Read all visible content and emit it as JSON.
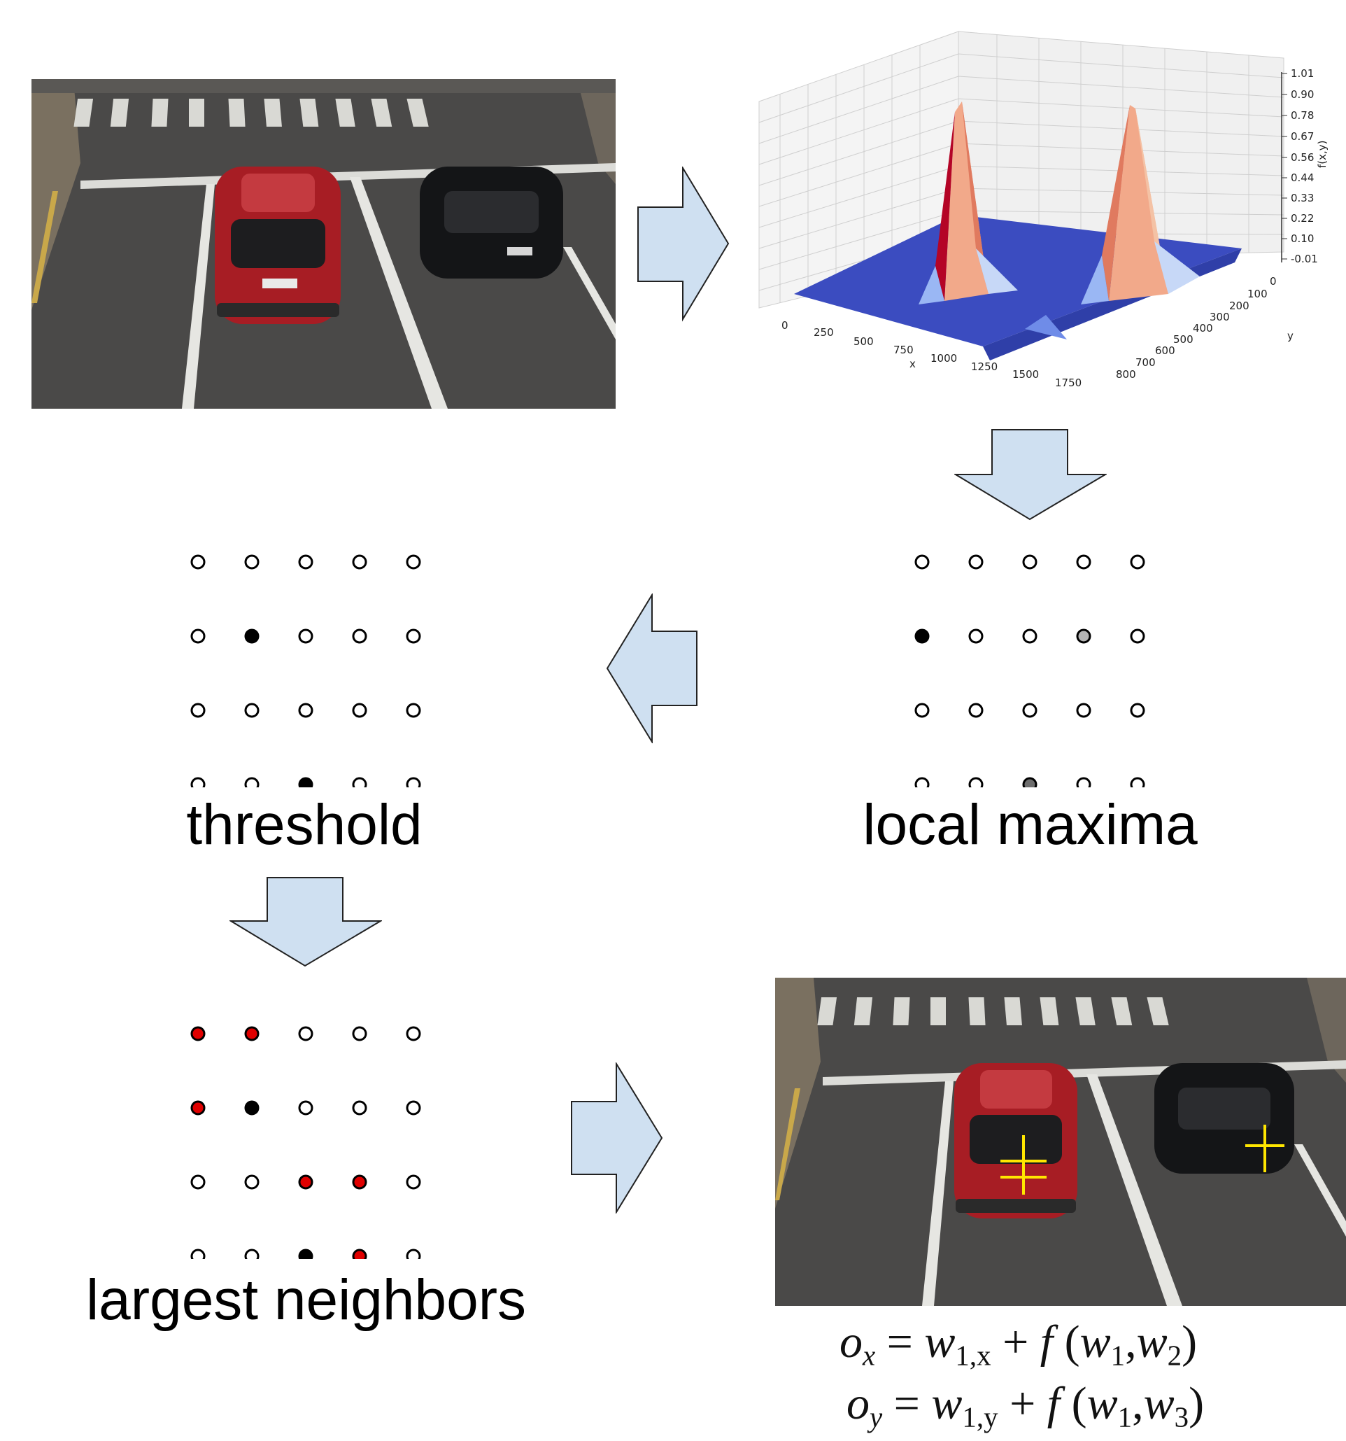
{
  "captions": {
    "threshold": "threshold",
    "local_maxima": "local maxima",
    "largest_neighbors": "largest neighbors"
  },
  "surface_plot": {
    "x_label": "x",
    "y_label": "y",
    "z_label": "f(x,y)",
    "x_ticks": [
      "0",
      "250",
      "500",
      "750",
      "1000",
      "1250",
      "1500",
      "1750"
    ],
    "y_ticks": [
      "0",
      "100",
      "200",
      "300",
      "400",
      "500",
      "600",
      "700",
      "800"
    ],
    "z_ticks": [
      "1.01",
      "0.90",
      "0.78",
      "0.67",
      "0.56",
      "0.44",
      "0.33",
      "0.22",
      "0.10",
      "-0.01"
    ]
  },
  "grids": {
    "local_maxima": [
      [
        "empty",
        "empty",
        "empty",
        "empty",
        "empty"
      ],
      [
        "black",
        "empty",
        "empty",
        "lightgray",
        "empty"
      ],
      [
        "empty",
        "empty",
        "empty",
        "empty",
        "empty"
      ],
      [
        "empty",
        "empty",
        "darkgray",
        "empty",
        "empty"
      ]
    ],
    "threshold": [
      [
        "empty",
        "empty",
        "empty",
        "empty",
        "empty"
      ],
      [
        "empty",
        "black",
        "empty",
        "empty",
        "empty"
      ],
      [
        "empty",
        "empty",
        "empty",
        "empty",
        "empty"
      ],
      [
        "empty",
        "empty",
        "black",
        "empty",
        "empty"
      ]
    ],
    "largest_neighbors": [
      [
        "red",
        "red",
        "empty",
        "empty",
        "empty"
      ],
      [
        "red",
        "black",
        "empty",
        "empty",
        "empty"
      ],
      [
        "empty",
        "empty",
        "red",
        "red",
        "empty"
      ],
      [
        "empty",
        "empty",
        "black",
        "red",
        "empty"
      ]
    ]
  },
  "dot_colors": {
    "empty": "#ffffff",
    "black": "#000000",
    "lightgray": "#b4b4b4",
    "darkgray": "#6e6e6e",
    "red": "#e00000"
  },
  "formula": {
    "line1": {
      "o": "o",
      "o_sub": "x",
      "eq": "=",
      "w": "w",
      "w_sub": "1,x",
      "plus": "+",
      "f": "f",
      "lp": "(",
      "a": "w",
      "a_sub": "1",
      "comma": ",",
      "b": "w",
      "b_sub": "2",
      "rp": ")"
    },
    "line2": {
      "o": "o",
      "o_sub": "y",
      "eq": "=",
      "w": "w",
      "w_sub": "1,y",
      "plus": "+",
      "f": "f",
      "lp": "(",
      "a": "w",
      "a_sub": "1",
      "comma": ",",
      "b": "w",
      "b_sub": "3",
      "rp": ")"
    }
  },
  "colors": {
    "arrow_fill": "#cfe0f1",
    "arrow_stroke": "#222222",
    "marker": "#ffe600",
    "surface_base": "#3b4cc0"
  }
}
